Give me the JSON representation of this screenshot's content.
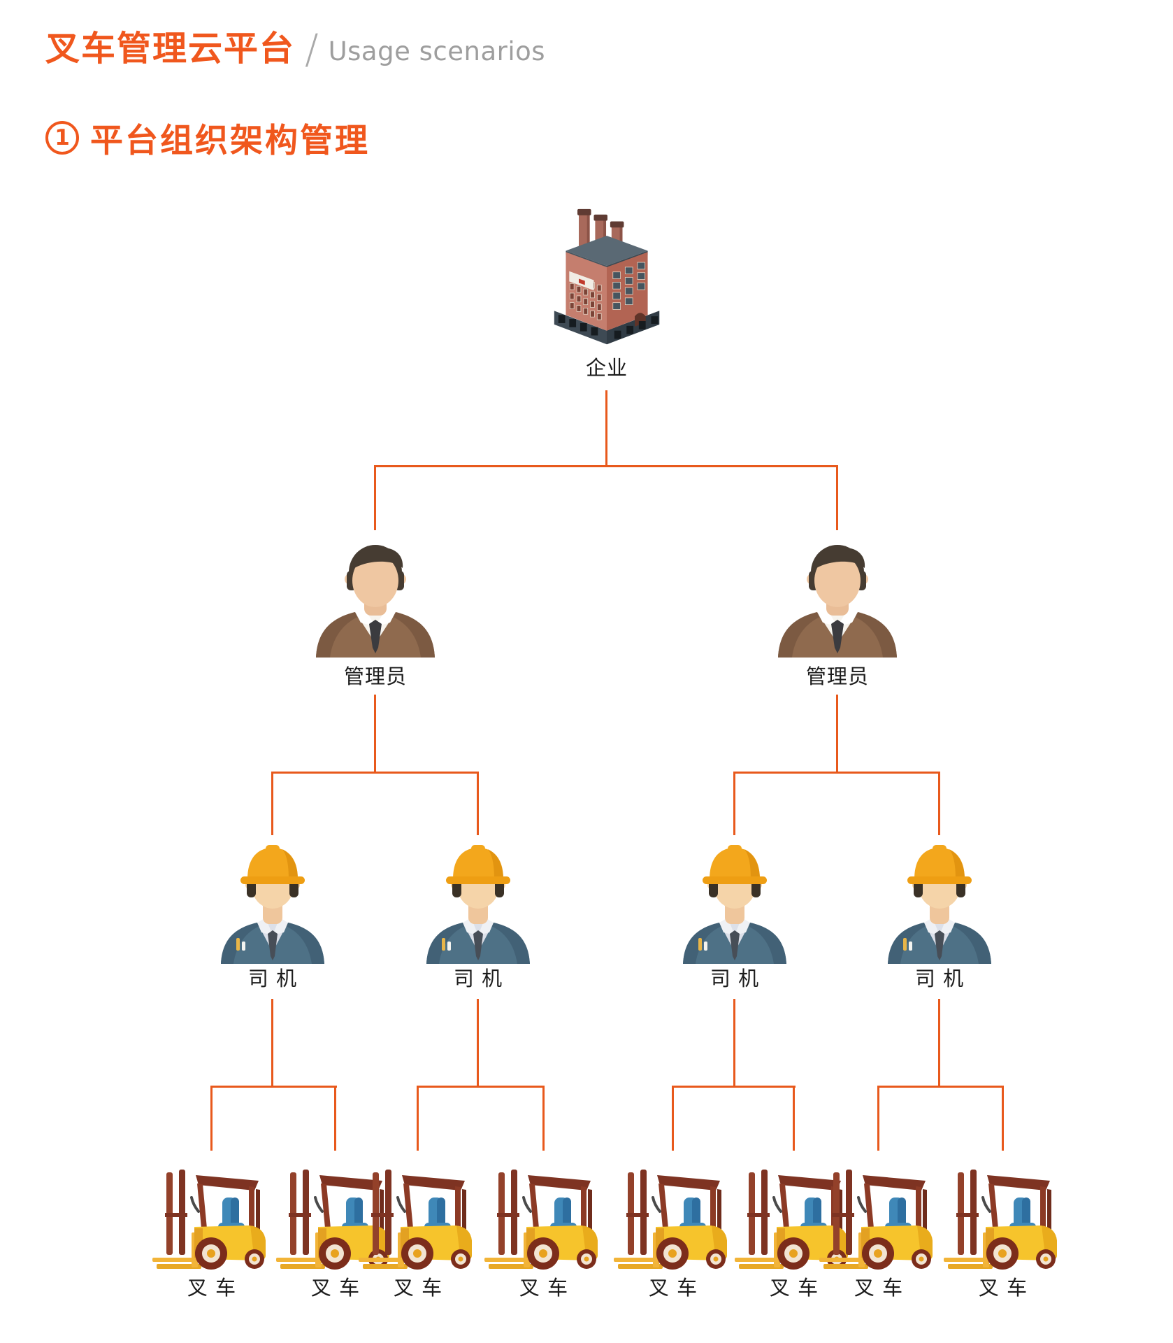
{
  "header": {
    "title": "叉车管理云平台",
    "separator": "/",
    "subtitle": "Usage scenarios"
  },
  "section": {
    "number": "1",
    "title": "平台组织架构管理"
  },
  "colors": {
    "accent_orange": "#F0571D",
    "connector_line": "#E8591C",
    "subtitle_gray": "#9E9E9E",
    "label_black": "#1C1C1C"
  },
  "org_chart": {
    "root": {
      "label": "企业",
      "icon": "factory-icon"
    },
    "admins": [
      {
        "label": "管理员",
        "icon": "admin-icon"
      },
      {
        "label": "管理员",
        "icon": "admin-icon"
      }
    ],
    "drivers": [
      {
        "label": "司 机",
        "icon": "driver-icon"
      },
      {
        "label": "司 机",
        "icon": "driver-icon"
      },
      {
        "label": "司 机",
        "icon": "driver-icon"
      },
      {
        "label": "司 机",
        "icon": "driver-icon"
      }
    ],
    "forklifts": [
      {
        "label": "叉 车",
        "icon": "forklift-icon"
      },
      {
        "label": "叉 车",
        "icon": "forklift-icon"
      },
      {
        "label": "叉 车",
        "icon": "forklift-icon"
      },
      {
        "label": "叉 车",
        "icon": "forklift-icon"
      },
      {
        "label": "叉 车",
        "icon": "forklift-icon"
      },
      {
        "label": "叉 车",
        "icon": "forklift-icon"
      },
      {
        "label": "叉 车",
        "icon": "forklift-icon"
      },
      {
        "label": "叉 车",
        "icon": "forklift-icon"
      }
    ]
  }
}
